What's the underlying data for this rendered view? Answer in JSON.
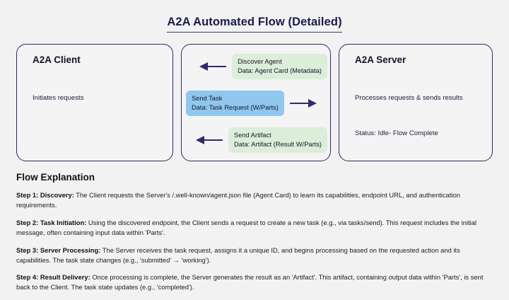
{
  "title": "A2A Automated Flow (Detailed)",
  "colors": {
    "background": "#f2f2f2",
    "card_border": "#2e2b5f",
    "card_fill": "#f4f4f5",
    "arrow": "#2e2b6e",
    "msg_green": "#dcedd9",
    "msg_blue": "#8fc7ee",
    "title_text": "#1b1b4b"
  },
  "client_panel": {
    "heading": "A2A Client",
    "description": "Initiates requests"
  },
  "server_panel": {
    "heading": "A2A Server",
    "description": "Processes requests & sends results",
    "status": "Status: Idle- Flow Complete"
  },
  "messages": [
    {
      "line1": "Discover Agent",
      "line2": "Data: Agent Card (Metadata)",
      "color": "green",
      "direction": "left"
    },
    {
      "line1": "Send Task",
      "line2": "Data: Task Request (W/Parts)",
      "color": "blue",
      "direction": "right"
    },
    {
      "line1": "Send Artifact",
      "line2": "Data: Artifact (Result W/Parts)",
      "color": "green",
      "direction": "left"
    }
  ],
  "explanation": {
    "heading": "Flow Explanation",
    "steps": [
      {
        "label": "Step 1: Discovery:",
        "text": " The Client requests the Server's /.well-known/agent.json file (Agent Card) to learn its capabilities, endpoint URL, and authentication requirements."
      },
      {
        "label": "Step 2: Task Initiation:",
        "text": " Using the discovered endpoint, the Client sends a request to create a new task (e.g., via tasks/send). This request includes the initial message, often containing input data within 'Parts'."
      },
      {
        "label": "Step 3: Server Processing:",
        "text": " The Server receives the task request, assigns it a unique ID, and begins processing based on the requested action and its capabilities. The task state changes (e.g., 'submitted' → 'working')."
      },
      {
        "label": "Step 4: Result Delivery:",
        "text": " Once processing is complete, the Server generates the result as an 'Artifact'. This artifact, containing output data within 'Parts', is sent back to the Client. The task state updates (e.g., 'completed')."
      }
    ]
  }
}
